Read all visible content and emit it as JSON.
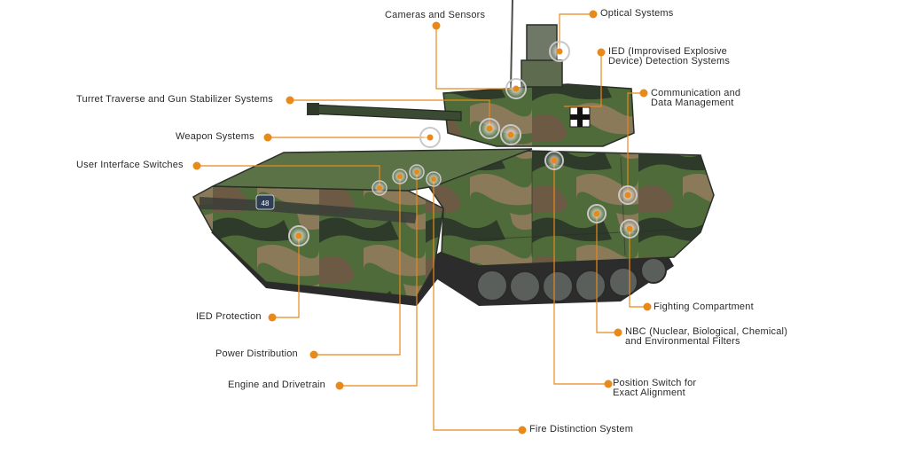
{
  "colors": {
    "accent": "#e8891c",
    "hotspot_ring": "#bdbdbd",
    "label_text": "#2a2a2a",
    "camo_green": "#4f6b3a",
    "camo_dark": "#2e3a2a",
    "camo_tan": "#8a7a5a",
    "steel": "#5f6a6f"
  },
  "labels": {
    "cameras_sensors": "Cameras and Sensors",
    "optical_systems": "Optical Systems",
    "ied_detection_line1": "IED (Improvised Explosive",
    "ied_detection_line2": "Device) Detection Systems",
    "communication_line1": "Communication and",
    "communication_line2": "Data Management",
    "turret_traverse": "Turret Traverse and Gun Stabilizer Systems",
    "weapon_systems": "Weapon Systems",
    "user_interface": "User Interface Switches",
    "ied_protection": "IED Protection",
    "power_distribution": "Power Distribution",
    "engine_drivetrain": "Engine and Drivetrain",
    "fire_distinction": "Fire Distinction System",
    "fighting_compartment": "Fighting Compartment",
    "nbc_line1": "NBC (Nuclear, Biological, Chemical)",
    "nbc_line2": "and Environmental Filters",
    "position_switch_line1": "Position Switch for",
    "position_switch_line2": "Exact Alignment"
  },
  "vehicle": {
    "hull_number": "48",
    "image_description_icon": "infantry-fighting-vehicle-illustration"
  }
}
